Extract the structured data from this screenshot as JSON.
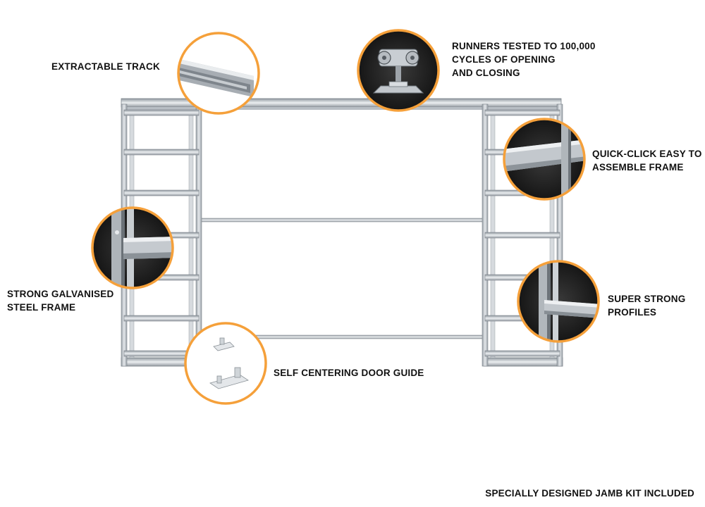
{
  "accent_color": "#f5a03a",
  "frame_color": "#c9ced3",
  "callouts": [
    {
      "id": "extractable-track",
      "lines": [
        "EXTRACTABLE TRACK"
      ],
      "icon": "track-rail-closeup"
    },
    {
      "id": "runners",
      "lines": [
        "RUNNERS TESTED TO 100,000",
        "CYCLES OF OPENING",
        "AND CLOSING"
      ],
      "icon": "runner-wheel-closeup"
    },
    {
      "id": "quick-click",
      "lines": [
        "QUICK-CLICK EASY TO",
        "ASSEMBLE FRAME"
      ],
      "icon": "frame-joint-closeup"
    },
    {
      "id": "galvanised",
      "lines": [
        "STRONG GALVANISED",
        "STEEL FRAME"
      ],
      "icon": "steel-profile-closeup"
    },
    {
      "id": "super-strong",
      "lines": [
        "SUPER STRONG",
        "PROFILES"
      ],
      "icon": "profile-closeup"
    },
    {
      "id": "door-guide",
      "lines": [
        "SELF CENTERING DOOR GUIDE"
      ],
      "icon": "door-guide-parts"
    }
  ],
  "footer": {
    "text": "SPECIALLY DESIGNED JAMB KIT INCLUDED"
  }
}
